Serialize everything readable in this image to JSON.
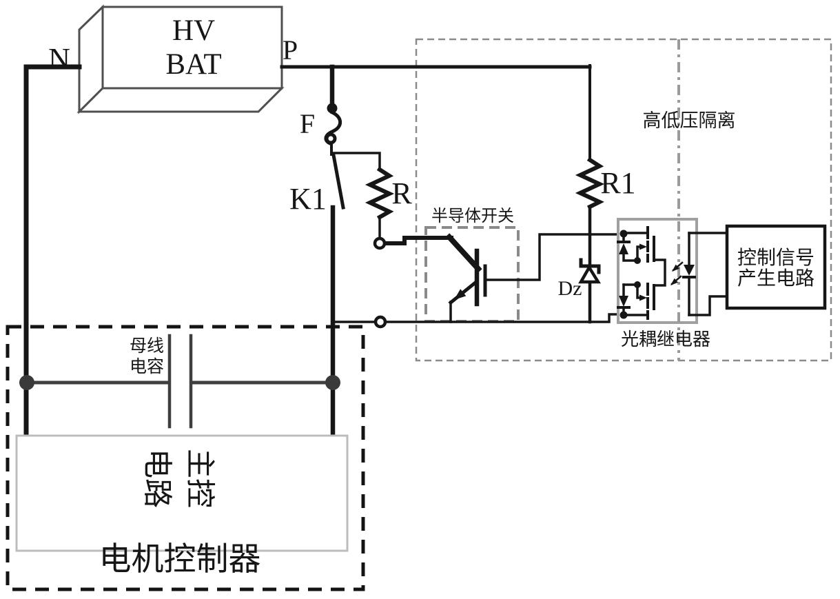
{
  "diagram": {
    "battery": {
      "line1": "HV",
      "line2": "BAT",
      "terminal_negative": "N",
      "terminal_positive": "P"
    },
    "components": {
      "fuse": "F",
      "contactor": "K1",
      "precharge_resistor": "R",
      "gate_resistor": "R1",
      "zener_diode": "Dz"
    },
    "regions": {
      "semiconductor_switch": "半导体开关",
      "hv_lv_isolation": "高低压隔离",
      "optocoupler_relay": "光耦继电器",
      "control_signal_line1": "控制信号",
      "control_signal_line2": "产生电路",
      "bus_capacitor_line1": "母线",
      "bus_capacitor_line2": "电容",
      "main_control_line1": "主控",
      "main_control_line2": "电路",
      "motor_controller": "电机控制器"
    },
    "colors": {
      "wire": "#161616",
      "outer_dashed_box": "#8a8a8a",
      "isolation_dashdot_line": "#9a9a9a",
      "isolation_text": "#a0a0a0",
      "semiconductor_switch_box": "#9a9a9a",
      "semiconductor_switch_text": "#3a3a3a",
      "optocoupler_box": "#a0a0a0",
      "capacitor_gray": "#3f3f3f",
      "main_control_box_border": "#bcbcbc",
      "battery_box_border": "#555555",
      "background": "#ffffff"
    }
  }
}
